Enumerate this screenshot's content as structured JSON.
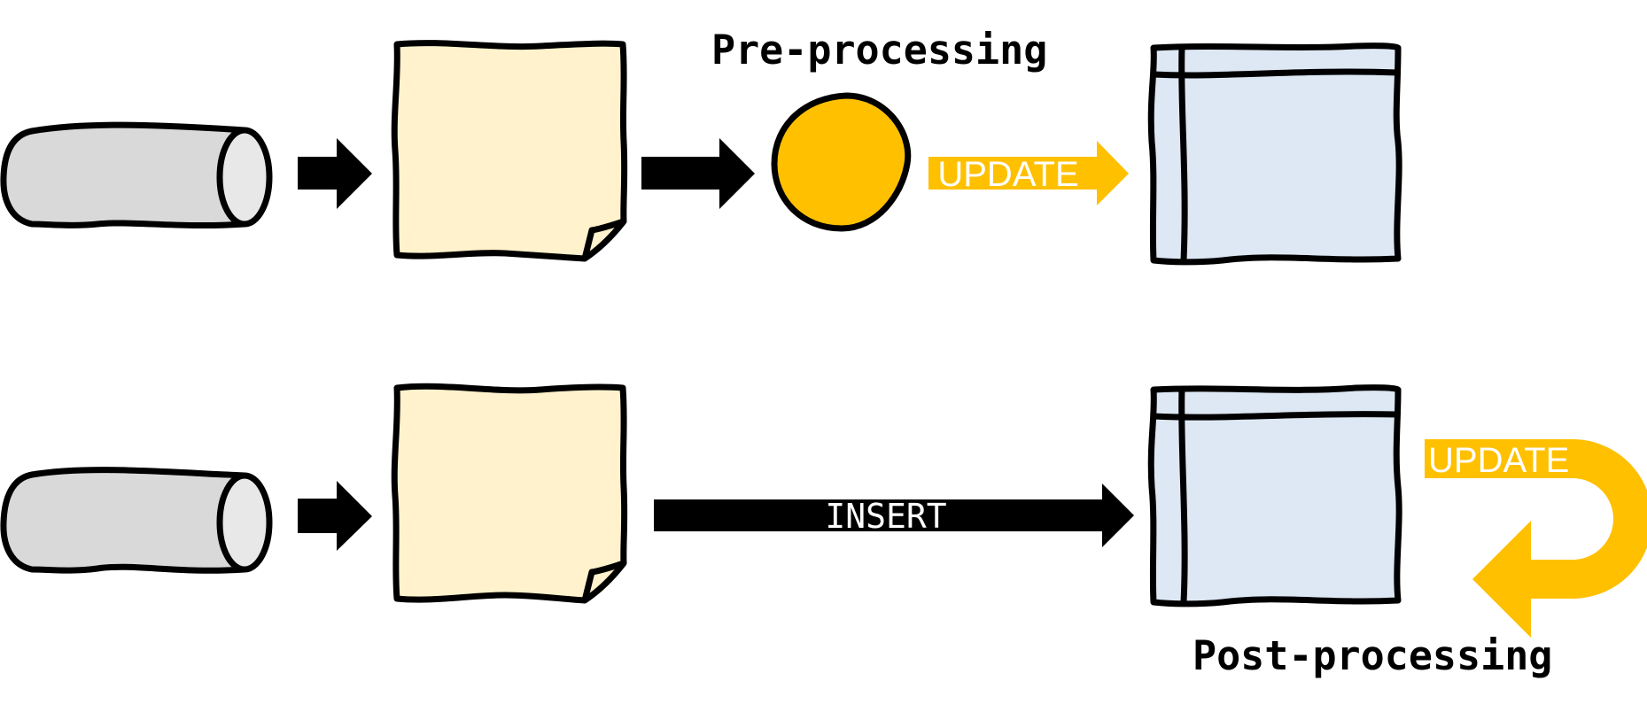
{
  "captions": {
    "pre_processing": "Pre-processing",
    "post_processing": "Post-processing"
  },
  "arrow_labels": {
    "top_update": "UPDATE",
    "bottom_insert": "INSERT",
    "bottom_update": "UPDATE"
  },
  "icons": {
    "source": "pipe-cylinder-icon",
    "staging": "paper-note-icon",
    "processor": "circle-process-icon",
    "target": "table-grid-icon"
  },
  "colors": {
    "outline": "#000000",
    "pipe_fill": "#d9d9d9",
    "pipe_end_fill": "#e8e8e8",
    "note_fill": "#fff2cc",
    "table_fill": "#dde8f4",
    "accent": "#ffc000",
    "arrow": "#000000",
    "label_on_arrow": "#ffffff"
  }
}
